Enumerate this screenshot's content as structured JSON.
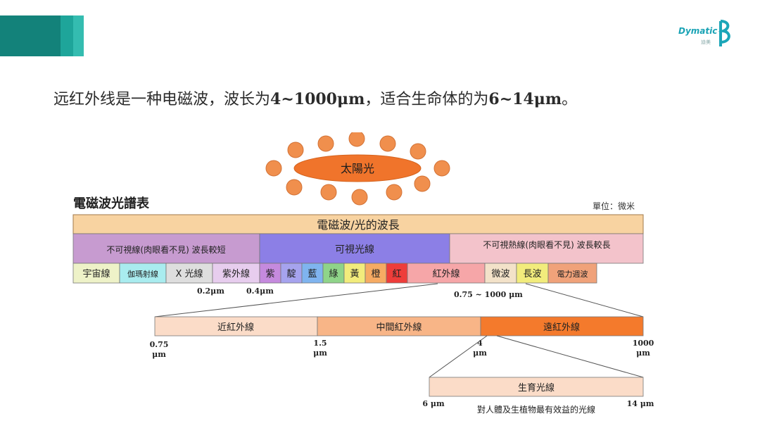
{
  "slide": {
    "brand": "Dymatic",
    "brand_sub": "迪美",
    "heading_pre": "远红外线是一种电磁波，波长为",
    "heading_b1": "4~1000μm",
    "heading_mid": "，适合生命体的为",
    "heading_b2": "6~14μm",
    "heading_end": "。"
  },
  "diagram": {
    "sun_label": "太陽光",
    "table_title": "電磁波光譜表",
    "unit_label": "單位：微米",
    "header_bar": "電磁波/光的波長",
    "groups": [
      {
        "label": "不可視線(肉眼看不見) 波長較短",
        "color": "#c79bd0"
      },
      {
        "label": "可視光線",
        "color": "#8c7fe6"
      },
      {
        "label": "不可視熱線(肉眼看不見) 波長較長",
        "color": "#f3c3cb"
      }
    ],
    "bands": [
      {
        "label": "宇宙線",
        "color": "#eef2c8"
      },
      {
        "label": "伽瑪射線",
        "color": "#a9ecef"
      },
      {
        "label": "X 光線",
        "color": "#dedede"
      },
      {
        "label": "紫外線",
        "color": "#e7cdee"
      },
      {
        "label": "紫",
        "color": "#c58ade"
      },
      {
        "label": "靛",
        "color": "#a6a3ee"
      },
      {
        "label": "藍",
        "color": "#7fb4ef"
      },
      {
        "label": "綠",
        "color": "#8fd489"
      },
      {
        "label": "黃",
        "color": "#f2ec7c"
      },
      {
        "label": "橙",
        "color": "#f6ab63"
      },
      {
        "label": "紅",
        "color": "#ee3d3a"
      },
      {
        "label": "紅外線",
        "color": "#f6a6a8"
      },
      {
        "label": "微波",
        "color": "#f3e2c9"
      },
      {
        "label": "長波",
        "color": "#f2ec7c"
      },
      {
        "label": "電力週波",
        "color": "#f0a27a"
      }
    ],
    "marks_top": {
      "a": "0.2μm",
      "b": "0.4μm",
      "ir_range": "0.75 ~ 1000 μm"
    },
    "ir_segments": [
      {
        "label": "近紅外線",
        "color": "#fbdcc8"
      },
      {
        "label": "中間紅外線",
        "color": "#f8b587"
      },
      {
        "label": "遠紅外線",
        "color": "#f47a2c"
      }
    ],
    "ir_ticks": [
      {
        "value": "0.75",
        "unit": "μm"
      },
      {
        "value": "1.5",
        "unit": "μm"
      },
      {
        "value": "4",
        "unit": "μm"
      },
      {
        "value": "1000",
        "unit": "μm"
      }
    ],
    "life_bar": "生育光線",
    "life_left": "6 μm",
    "life_right": "14 μm",
    "life_caption": "對人體及生植物最有效益的光線"
  }
}
